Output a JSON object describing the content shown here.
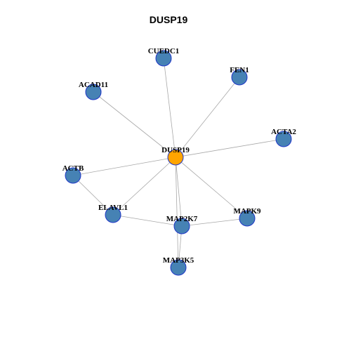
{
  "title": "DUSP19",
  "colors": {
    "node": "#4682B4",
    "center": "#FFA500",
    "stroke": "#1f36c8",
    "edge": "#a8a8a8"
  },
  "nodes": [
    {
      "id": "DUSP19",
      "label": "DUSP19",
      "center": true
    },
    {
      "id": "CUEDC1",
      "label": "CUEDC1"
    },
    {
      "id": "FEN1",
      "label": "FEN1"
    },
    {
      "id": "ACAD11",
      "label": "ACAD11"
    },
    {
      "id": "ACTA2",
      "label": "ACTA2"
    },
    {
      "id": "ACTB",
      "label": "ACTB"
    },
    {
      "id": "ELAVL1",
      "label": "ELAVL1"
    },
    {
      "id": "MAP2K7",
      "label": "MAP2K7"
    },
    {
      "id": "MAPK9",
      "label": "MAPK9"
    },
    {
      "id": "MAP3K5",
      "label": "MAP3K5"
    }
  ],
  "edges": [
    [
      "DUSP19",
      "CUEDC1"
    ],
    [
      "DUSP19",
      "FEN1"
    ],
    [
      "DUSP19",
      "ACAD11"
    ],
    [
      "DUSP19",
      "ACTA2"
    ],
    [
      "DUSP19",
      "ACTB"
    ],
    [
      "DUSP19",
      "ELAVL1"
    ],
    [
      "DUSP19",
      "MAP2K7"
    ],
    [
      "DUSP19",
      "MAPK9"
    ],
    [
      "DUSP19",
      "MAP3K5"
    ],
    [
      "ACTB",
      "ELAVL1"
    ],
    [
      "ELAVL1",
      "MAP2K7"
    ],
    [
      "MAP2K7",
      "MAPK9"
    ],
    [
      "MAP2K7",
      "MAP3K5"
    ]
  ]
}
